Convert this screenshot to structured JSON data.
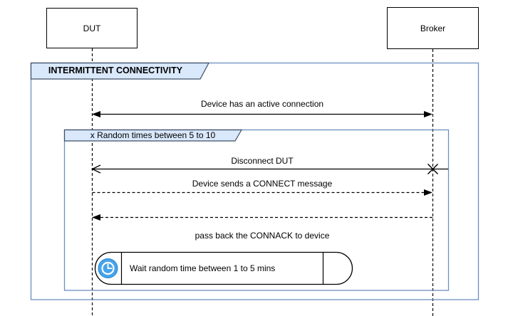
{
  "diagram_type": "uml-sequence",
  "participants": [
    {
      "name": "DUT"
    },
    {
      "name": "Broker"
    }
  ],
  "outer_frame": {
    "title": "INTERMITTENT CONNECTIVITY"
  },
  "loop_frame": {
    "title": "x Random times between 5 to 10"
  },
  "messages": [
    {
      "label": "Device has an active connection",
      "from": "DUT",
      "to": "Broker",
      "line": "solid",
      "arrowheads": "filled-both-ends"
    },
    {
      "label": "Disconnect DUT",
      "from": "Broker",
      "to": "DUT",
      "line": "solid",
      "arrowheads": "open-left",
      "end_marker": "x-lost-message"
    },
    {
      "label": "Device sends a CONNECT message",
      "from": "DUT",
      "to": "Broker",
      "line": "dashed",
      "arrowheads": "filled-right"
    },
    {
      "label": "pass back the CONNACK to device",
      "from": "Broker",
      "to": "DUT",
      "line": "dashed",
      "arrowheads": "filled-left"
    }
  ],
  "task": {
    "icon": "clock-icon",
    "label": "Wait random time between 1 to 5 mins"
  },
  "colors": {
    "background": "#ffffff",
    "frame_border": "#6c8ebf",
    "frame_label_fill": "#dae8fc",
    "frame_label_border": "#3c4e67",
    "shape_border": "#000000",
    "text": "#000000",
    "clock_icon_fill": "#47a3ea"
  }
}
